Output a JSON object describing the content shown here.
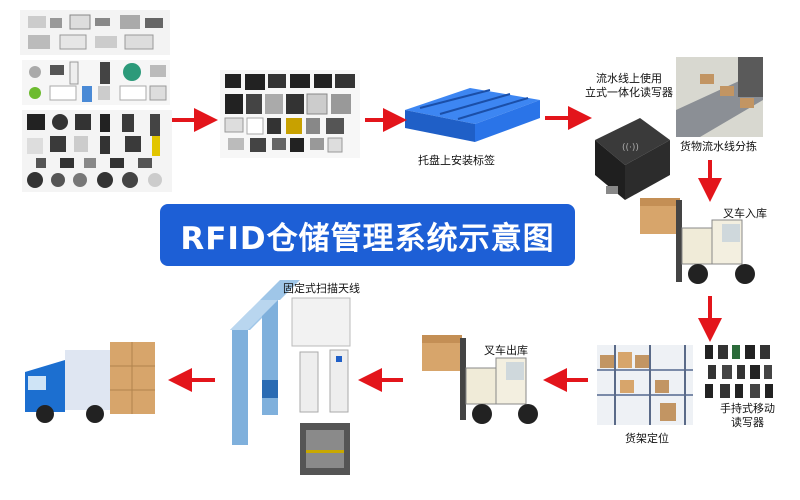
{
  "title": "RFID仓储管理系统示意图",
  "labels": {
    "pallet_tag": "托盘上安装标签",
    "line_reader_1": "流水线上使用",
    "line_reader_2": "立式一体化读写器",
    "line_sorting": "货物流水线分拣",
    "forklift_in": "叉车入库",
    "handheld_1": "手持式移动",
    "handheld_2": "读写器",
    "shelf_position": "货架定位",
    "forklift_out": "叉车出库",
    "fixed_antenna": "固定式扫描天线"
  },
  "colors": {
    "title_bg": "#1d5fd6",
    "arrow": "#e3151b",
    "pallet": "#2a74e8",
    "box": "#d7a56b",
    "forklift": "#f0ebd8"
  }
}
